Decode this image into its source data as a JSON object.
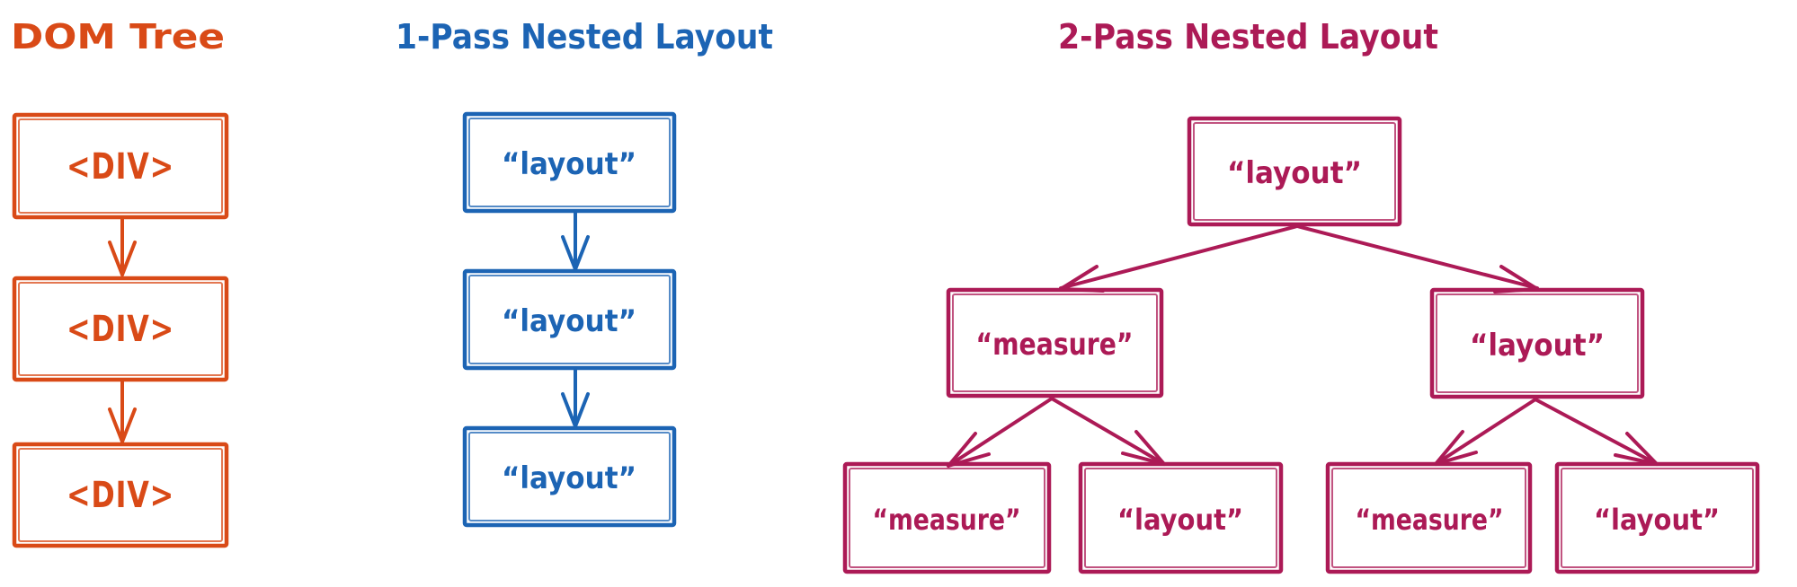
{
  "canvas": {
    "background_color": "#ffffff",
    "description": "Three hand-drawn flowchart diagrams comparing layout passes"
  },
  "diagrams": [
    {
      "id": "dom-tree",
      "title": "DOM Tree",
      "color": "#d94a17",
      "node_labels": [
        "<DIV>",
        "<DIV>",
        "<DIV>"
      ]
    },
    {
      "id": "one-pass-nested-layout",
      "title": "1-Pass Nested Layout",
      "color": "#1c64b4",
      "node_labels": [
        "“layout”",
        "“layout”",
        "“layout”"
      ]
    },
    {
      "id": "two-pass-nested-layout",
      "title": "2-Pass Nested Layout",
      "color": "#ac1a56",
      "root_label": "“layout”",
      "level2_labels": [
        "“measure”",
        "“layout”"
      ],
      "level3_labels": [
        "“measure”",
        "“layout”",
        "“measure”",
        "“layout”"
      ]
    }
  ]
}
